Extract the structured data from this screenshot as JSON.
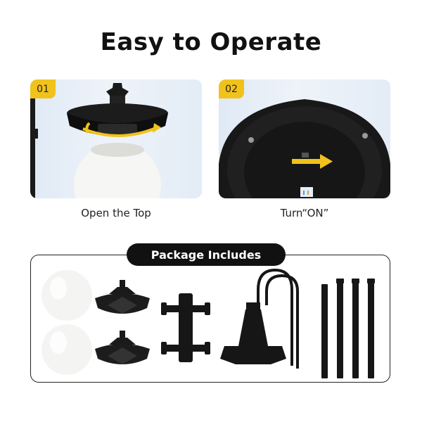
{
  "header": {
    "title": "Easy to Operate"
  },
  "steps": [
    {
      "number": "01",
      "caption": "Open the Top"
    },
    {
      "number": "02",
      "caption": "Turn“ON”"
    }
  ],
  "package": {
    "title": "Package Includes",
    "items": [
      "globe-shade",
      "globe-shade",
      "lamp-cap",
      "lamp-cap",
      "post-connector",
      "post-base",
      "hook-arm",
      "hook-arm",
      "pole-segment",
      "pole-segment",
      "pole-segment",
      "pole-segment"
    ]
  },
  "colors": {
    "accent": "#f1c21b",
    "product": "#151515",
    "panel_bg": "#e6eef7"
  }
}
